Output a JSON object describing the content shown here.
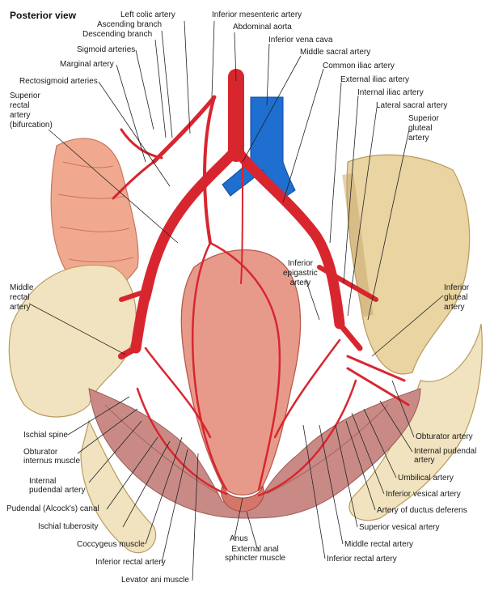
{
  "title": "Posterior view",
  "labels": {
    "left_colic_artery": "Left colic artery",
    "ascending_branch": "Ascending branch",
    "descending_branch": "Descending branch",
    "sigmoid_arteries": "Sigmoid arteries",
    "marginal_artery": "Marginal artery",
    "rectosigmoid_arteries": "Rectosigmoid arteries",
    "superior_rectal_artery": "Superior\nrectal\nartery\n(bifurcation)",
    "inferior_mesenteric_artery": "Inferior mesenteric artery",
    "abdominal_aorta": "Abdominal aorta",
    "inferior_vena_cava": "Inferior vena cava",
    "middle_sacral_artery": "Middle sacral artery",
    "common_iliac_artery": "Common iliac artery",
    "external_iliac_artery": "External iliac artery",
    "internal_iliac_artery": "Internal iliac artery",
    "lateral_sacral_artery": "Lateral sacral artery",
    "superior_gluteal_artery": "Superior\ngluteal\nartery",
    "inferior_epigastric_artery": "Inferior\nepigastric\nartery",
    "inferior_gluteal_artery": "Inferior\ngluteal\nartery",
    "middle_rectal_artery_left": "Middle\nrectal\nartery",
    "ischial_spine": "Ischial spine",
    "obturator_internus_muscle": "Obturator\ninternus muscle",
    "internal_pudendal_artery_left": "Internal\npudendal artery",
    "pudendal_canal": "Pudendal (Alcock's) canal",
    "ischial_tuberosity": "Ischial tuberosity",
    "coccygeus_muscle": "Coccygeus muscle",
    "inferior_rectal_artery_left": "Inferior rectal artery",
    "levator_ani_muscle": "Levator ani muscle",
    "anus": "Anus",
    "external_anal_sphincter": "External anal\nsphincter muscle",
    "inferior_rectal_artery_right": "Inferior rectal artery",
    "middle_rectal_artery_right": "Middle rectal artery",
    "superior_vesical_artery": "Superior vesical artery",
    "artery_of_ductus_deferens": "Artery of ductus deferens",
    "inferior_vesical_artery": "Inferior vesical artery",
    "umbilical_artery": "Umbilical artery",
    "internal_pudendal_artery_right": "Internal pudendal\nartery",
    "obturator_artery": "Obturator artery"
  },
  "colors": {
    "artery": "#d8262f",
    "artery_dark": "#a8161e",
    "vein": "#1e6fd0",
    "bone": "#f1e3bf",
    "bone_shade": "#d6c08e",
    "flesh": "#e89a8a",
    "colon": "#f0a98f",
    "muscle": "#c98a86",
    "leader": "#222222"
  }
}
